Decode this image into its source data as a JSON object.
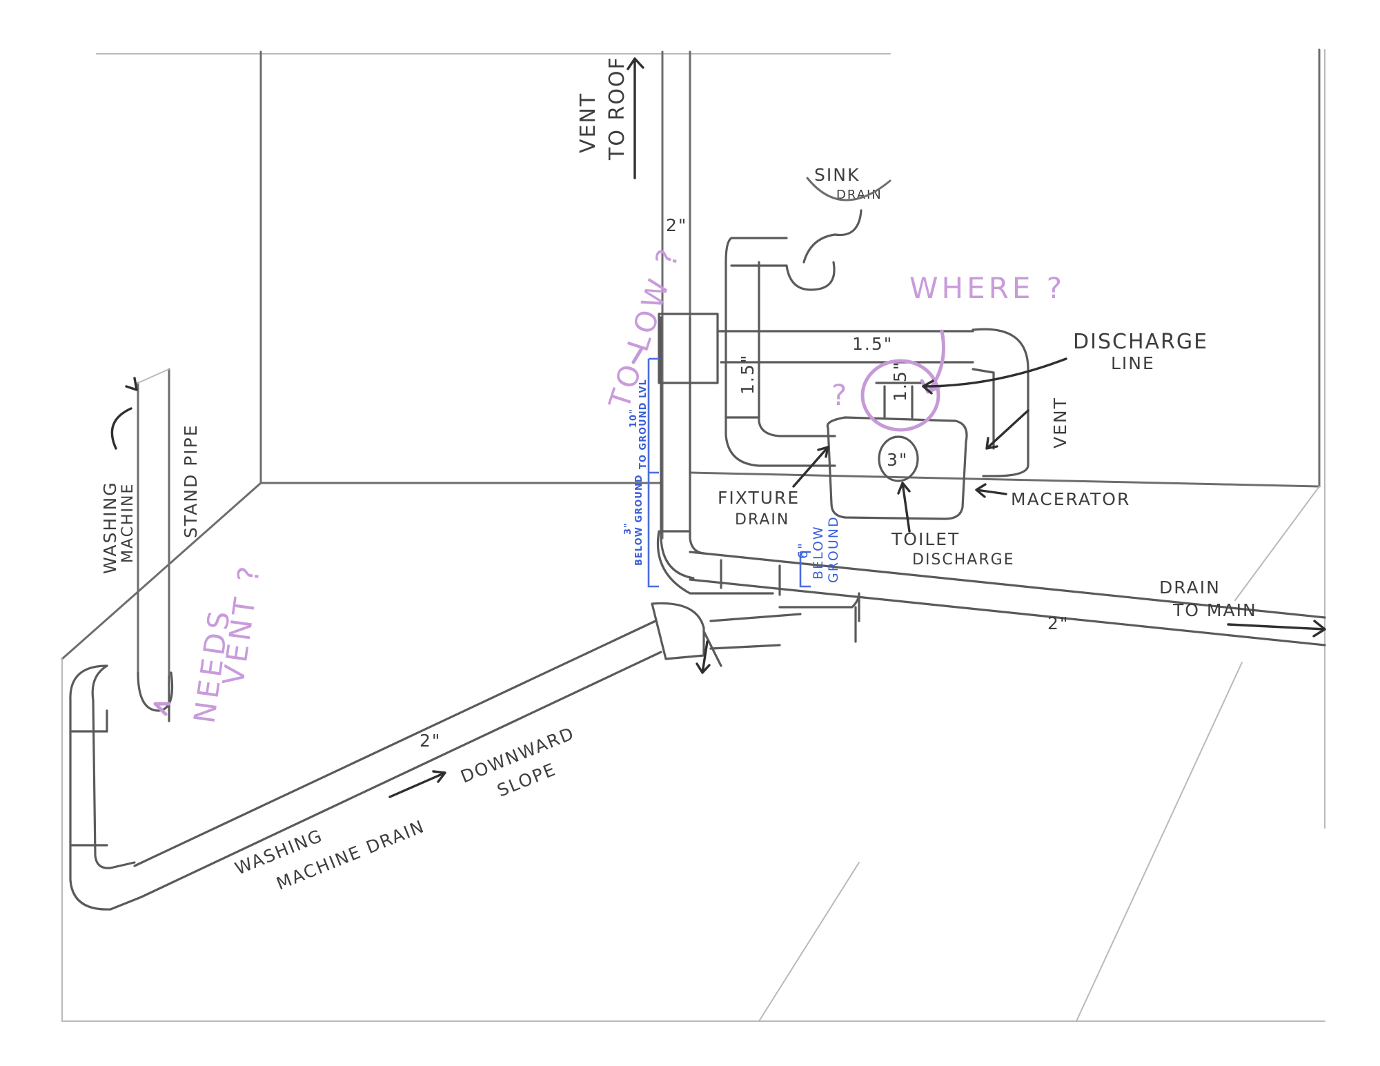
{
  "labels": {
    "vent_to_roof_1": "VENT",
    "vent_to_roof_2": "TO ROOF",
    "vertical_vent_size": "2\"",
    "sink_drain_1": "SINK",
    "sink_drain_2": "DRAIN",
    "where": "WHERE ?",
    "to_low": "TO LOW ?",
    "horizontal_line_size": "1.5\"",
    "vertical_line_size": "1.5\"",
    "discharge_size": "1.5\"",
    "discharge_line_1": "DISCHARGE",
    "discharge_line_2": "LINE",
    "vent": "VENT",
    "question_mark": "?",
    "toilet_size": "3\"",
    "fixture_drain_1": "FIXTURE",
    "fixture_drain_2": "DRAIN",
    "macerator": "MACERATOR",
    "toilet_discharge_1": "TOILET",
    "toilet_discharge_2": "DISCHARGE",
    "ten_inch_1": "10\"",
    "ten_inch_2": "TO GROUND LVL",
    "three_inch_1": "3\"",
    "three_inch_2": "BELOW GROUND",
    "six_inch_1": "6\"",
    "six_inch_2": "BELOW",
    "six_inch_3": "GROUND",
    "drain_to_main_1": "DRAIN",
    "drain_to_main_2": "TO MAIN",
    "main_drain_size": "2\"",
    "washer_drain_size": "2\"",
    "washing_machine_1": "WASHING",
    "washing_machine_2": "MACHINE",
    "stand_pipe": "STAND PIPE",
    "needs_vent_1": "NEEDS",
    "needs_vent_2": "VENT ?",
    "downward_slope_1": "DOWNWARD",
    "downward_slope_2": "SLOPE",
    "washer_drain_1": "WASHING",
    "washer_drain_2": "MACHINE DRAIN"
  },
  "colors": {
    "pencil": "#5a5a5a",
    "violet_marker": "#c99bdb",
    "blue_pen": "#3b5fd8"
  }
}
